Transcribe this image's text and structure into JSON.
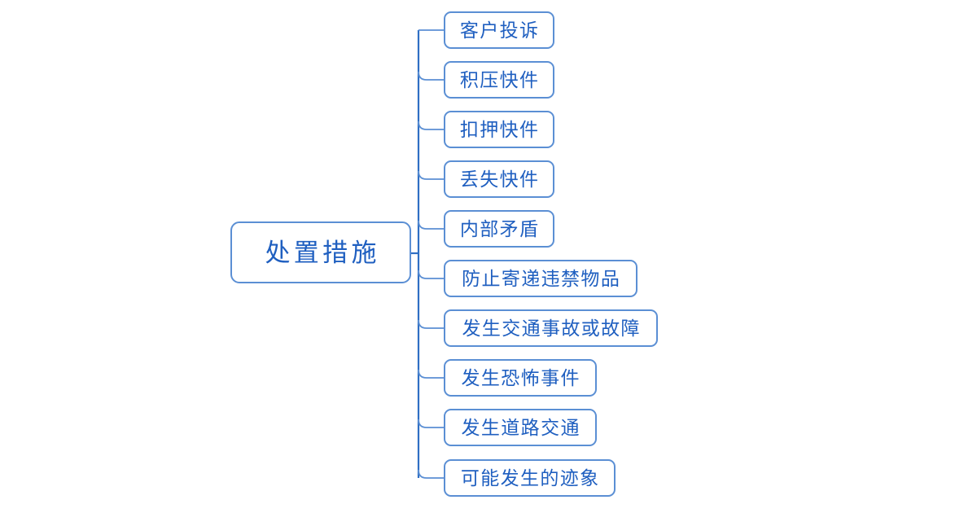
{
  "diagram": {
    "type": "mindmap",
    "title": "处置措施",
    "orientation": "left-to-right",
    "background_color": "#ffffff",
    "node_border_color": "#5b8fd4",
    "node_text_color": "#1f5fc0",
    "connector_color": "#5b8fd4",
    "trunk_color": "#2f6fc4",
    "root": {
      "label": "处置措施"
    },
    "children": [
      {
        "label": "客户投诉"
      },
      {
        "label": "积压快件"
      },
      {
        "label": "扣押快件"
      },
      {
        "label": "丢失快件"
      },
      {
        "label": "内部矛盾"
      },
      {
        "label": "防止寄递违禁物品"
      },
      {
        "label": "发生交通事故或故障"
      },
      {
        "label": "发生恐怖事件"
      },
      {
        "label": "发生道路交通"
      },
      {
        "label": "可能发生的迹象"
      }
    ]
  }
}
